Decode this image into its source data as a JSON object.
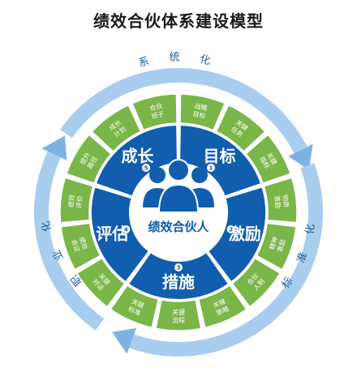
{
  "title": "绩效合伙体系建设模型",
  "outer_ring": [
    {
      "label": "系 统 化"
    },
    {
      "label": "标 准 化"
    },
    {
      "label": "职 业 化"
    }
  ],
  "center": {
    "label": "绩效合伙人"
  },
  "segments": [
    {
      "number": "1",
      "label": "目标",
      "subs": [
        [
          "战略",
          "目标"
        ],
        [
          "关键",
          "任务"
        ],
        [
          "关键",
          "指标"
        ]
      ]
    },
    {
      "number": "2",
      "label": "激励",
      "subs": [
        [
          "物质",
          "激励"
        ],
        [
          "精神",
          "激励"
        ],
        [
          "合伙",
          "人制"
        ]
      ]
    },
    {
      "number": "3",
      "label": "措施",
      "subs": [
        [
          "关键",
          "策略"
        ],
        [
          "关键",
          "流程"
        ],
        [
          "关键",
          "标准"
        ]
      ]
    },
    {
      "number": "4",
      "label": "评估",
      "subs": [
        [
          "关键",
          "对话"
        ],
        [
          "绩效",
          "会议"
        ],
        [
          "绩效",
          "评价"
        ]
      ]
    },
    {
      "number": "5",
      "label": "成长",
      "subs": [
        [
          "提升",
          "路径"
        ],
        [
          "成长",
          "计划"
        ],
        [
          "合伙",
          "班子"
        ]
      ]
    }
  ],
  "colors": {
    "ring": "#a9cdee",
    "ring_dark": "#7cb3e3",
    "segment": "#115eae",
    "sub": "#7ab648",
    "center": "#ffffff",
    "icon": "#115eae",
    "title": "#1a1a1a"
  }
}
